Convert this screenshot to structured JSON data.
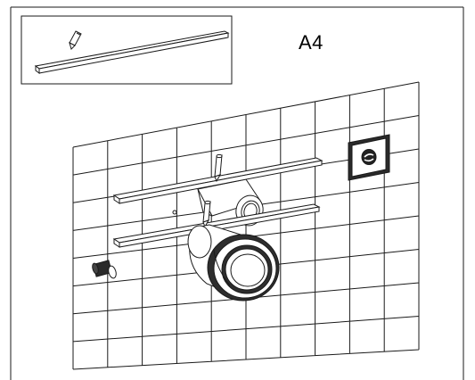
{
  "step": {
    "label": "A4"
  },
  "illustration": {
    "inset": {
      "parts": [
        "pencil-icon",
        "ruler-bar-icon"
      ]
    },
    "main": {
      "parts": [
        "tile-grid",
        "flush-plate-icon",
        "upper-rail",
        "lower-rail",
        "pencil-marker-top",
        "pencil-marker-bottom",
        "drain-pipe-icon",
        "outlet-pipe-icon",
        "valve-fitting-icon"
      ]
    }
  },
  "colors": {
    "line": "#1a1a1a",
    "fill": "#ffffff",
    "shade": "#cfcfcf",
    "dark": "#222222"
  }
}
